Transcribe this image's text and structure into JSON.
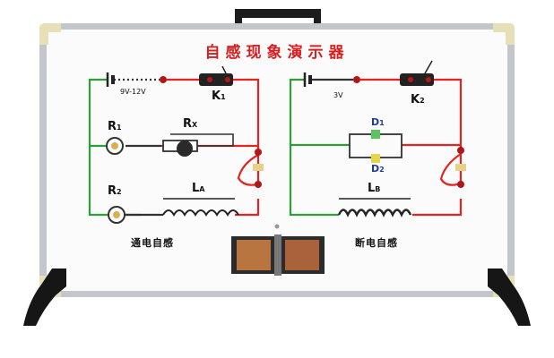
{
  "board": {
    "title": "自感现象演示器",
    "colors": {
      "red_wire": "#e02525",
      "green_wire": "#2f9e3a",
      "title_red": "#d42020",
      "frame": "#b9bcc0",
      "label_blue": "#1a3c9a"
    }
  },
  "left_circuit": {
    "supply_label": "9V-12V",
    "switch": {
      "letter": "K",
      "sub": "1"
    },
    "r1": {
      "letter": "R",
      "sub": "1"
    },
    "rx": {
      "letter": "R",
      "sub": "X"
    },
    "r2": {
      "letter": "R",
      "sub": "2"
    },
    "inductor": {
      "letter": "L",
      "sub": "A"
    },
    "caption": "通电自感"
  },
  "right_circuit": {
    "supply_label": "3V",
    "switch": {
      "letter": "K",
      "sub": "2"
    },
    "d1": {
      "letter": "D",
      "sub": "1"
    },
    "d2": {
      "letter": "D",
      "sub": "2"
    },
    "inductor": {
      "letter": "L",
      "sub": "B"
    },
    "caption": "断电自感"
  }
}
